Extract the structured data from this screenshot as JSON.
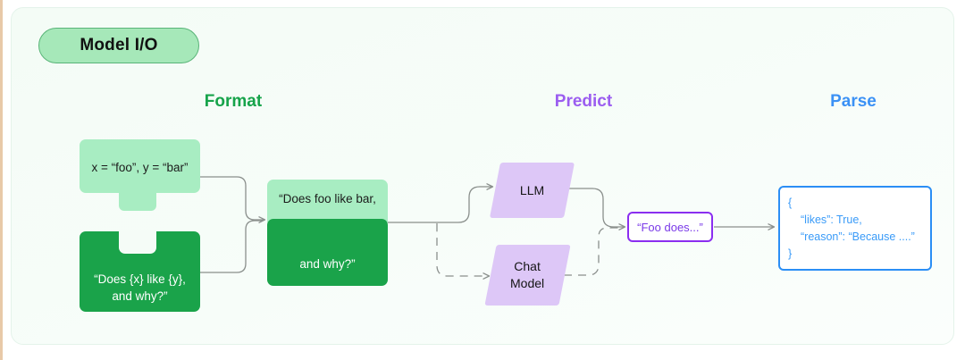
{
  "card": {
    "badge_label": "Model I/O",
    "accent_green": "#16a34a",
    "accent_purple": "#9b5df0",
    "accent_blue": "#3b91f5",
    "background": "#f5fcf7"
  },
  "columns": [
    {
      "id": "format",
      "label": "Format",
      "color": "#16a34a"
    },
    {
      "id": "predict",
      "label": "Predict",
      "color": "#9b5df0"
    },
    {
      "id": "parse",
      "label": "Parse",
      "color": "#3b91f5"
    }
  ],
  "format_stage": {
    "variables_piece": {
      "text": "x = “foo”, y = “bar”",
      "fill": "#a8edc2"
    },
    "template_piece": {
      "text": "“Does {x} like {y},\nand why?”",
      "fill": "#1aa34a"
    },
    "combined_piece": {
      "text_top": "“Does foo like bar,",
      "text_bottom": "and why?”",
      "fill_top": "#a8edc2",
      "fill_bottom": "#1aa34a"
    }
  },
  "predict_stage": {
    "llm": {
      "label": "LLM",
      "fill": "#ddc7f7",
      "connector": "solid"
    },
    "chat_model": {
      "label": "Chat\nModel",
      "fill": "#ddc7f7",
      "connector": "dashed"
    },
    "raw_output": {
      "text": "“Foo does...”",
      "border": "#8b2ef0",
      "color": "#7a3ae8"
    }
  },
  "parse_stage": {
    "json_output": {
      "line1": "{",
      "line2": "“likes”: True,",
      "line3": "“reason”: “Because ....”",
      "line4": "}",
      "border": "#2b8ef5",
      "color": "#3a9bf8"
    }
  }
}
